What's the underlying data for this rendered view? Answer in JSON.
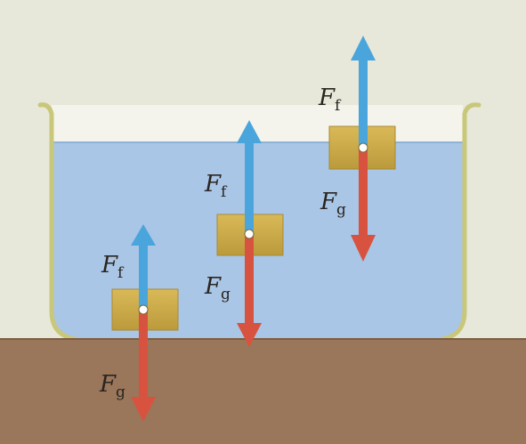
{
  "scene": {
    "colors": {
      "background": "#e7e8da",
      "water": "#a9c6e6",
      "water_surface": "#f4f4ec",
      "beaker": "#c9c77a",
      "ground": "#9a765a",
      "block": "#cfad47",
      "buoyancy_arrow": "#4aa5dc",
      "gravity_arrow": "#d8533f"
    },
    "objects": [
      {
        "id": "bottom",
        "buoyancy_label": {
          "sym": "F",
          "sub": "f"
        },
        "gravity_label": {
          "sym": "F",
          "sub": "g"
        }
      },
      {
        "id": "middle",
        "buoyancy_label": {
          "sym": "F",
          "sub": "f"
        },
        "gravity_label": {
          "sym": "F",
          "sub": "g"
        }
      },
      {
        "id": "top",
        "buoyancy_label": {
          "sym": "F",
          "sub": "f"
        },
        "gravity_label": {
          "sym": "F",
          "sub": "g"
        }
      }
    ]
  }
}
